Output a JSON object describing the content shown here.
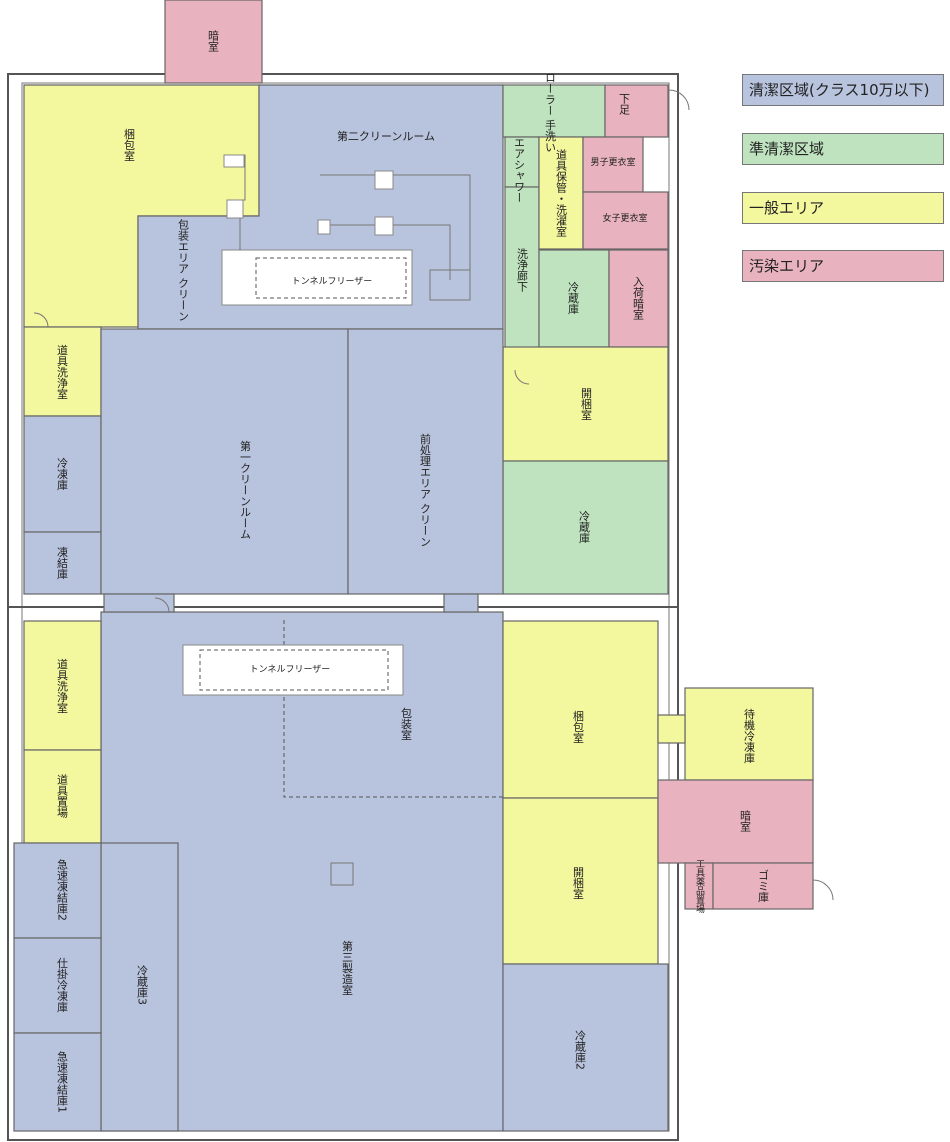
{
  "colors": {
    "clean": "#b8c3dd",
    "semi_clean": "#bfe3bf",
    "general": "#f3f79d",
    "contaminated": "#e8b3bf"
  },
  "legend": [
    {
      "label": "清潔区域(クラス10万以下)",
      "color": "#b8c3dd"
    },
    {
      "label": "準清潔区域",
      "color": "#bfe3bf"
    },
    {
      "label": "一般エリア",
      "color": "#f3f79d"
    },
    {
      "label": "汚染エリア",
      "color": "#e8b3bf"
    }
  ],
  "rooms": {
    "darkroom_top": "暗室",
    "packing_room_1": "梱包室",
    "second_cleanroom": "第二クリーンルーム",
    "packing_area_clean": "包装エリア\nクリーン",
    "tunnel_freezer_1": "トンネルフリーザー",
    "roller_handwash": "ローラー\n手洗い",
    "lower_feet": "下足",
    "air_shower": "エアシャワー",
    "tool_storage_wash": "道具保管・洗濯室",
    "mens_locker": "男子更衣室",
    "womens_locker": "女子更衣室",
    "wash_corridor": "洗浄廊下",
    "refrigerator_1": "冷蔵庫",
    "receiving_darkroom": "入荷暗室",
    "tool_wash_1": "道具洗浄室",
    "first_cleanroom": "第一クリーンルーム",
    "pretreatment_clean": "前処理エリア\nクリーン",
    "unpacking_1": "開梱室",
    "freezer": "冷凍庫",
    "refrigerator_2": "冷蔵庫",
    "blast_freezer": "凍結庫",
    "tool_wash_2": "道具洗浄室",
    "tunnel_freezer_2": "トンネルフリーザー",
    "packaging_room": "包装室",
    "packing_room_2": "梱包室",
    "standby_freezer": "待機冷凍庫",
    "tool_storage": "道具置場",
    "darkroom_mid": "暗室",
    "quick_freeze_2": "急速凍結庫2",
    "garbage": "ゴミ庫",
    "tool_chem_storage": "工具薬品置場",
    "unpacking_2": "開梱室",
    "third_manufacturing": "第三製造室",
    "finished_freezer": "仕掛冷凍庫",
    "refrigerator_3": "冷蔵庫3",
    "quick_freeze_1": "急速凍結庫1",
    "refrigerator_4": "冷蔵庫2"
  }
}
